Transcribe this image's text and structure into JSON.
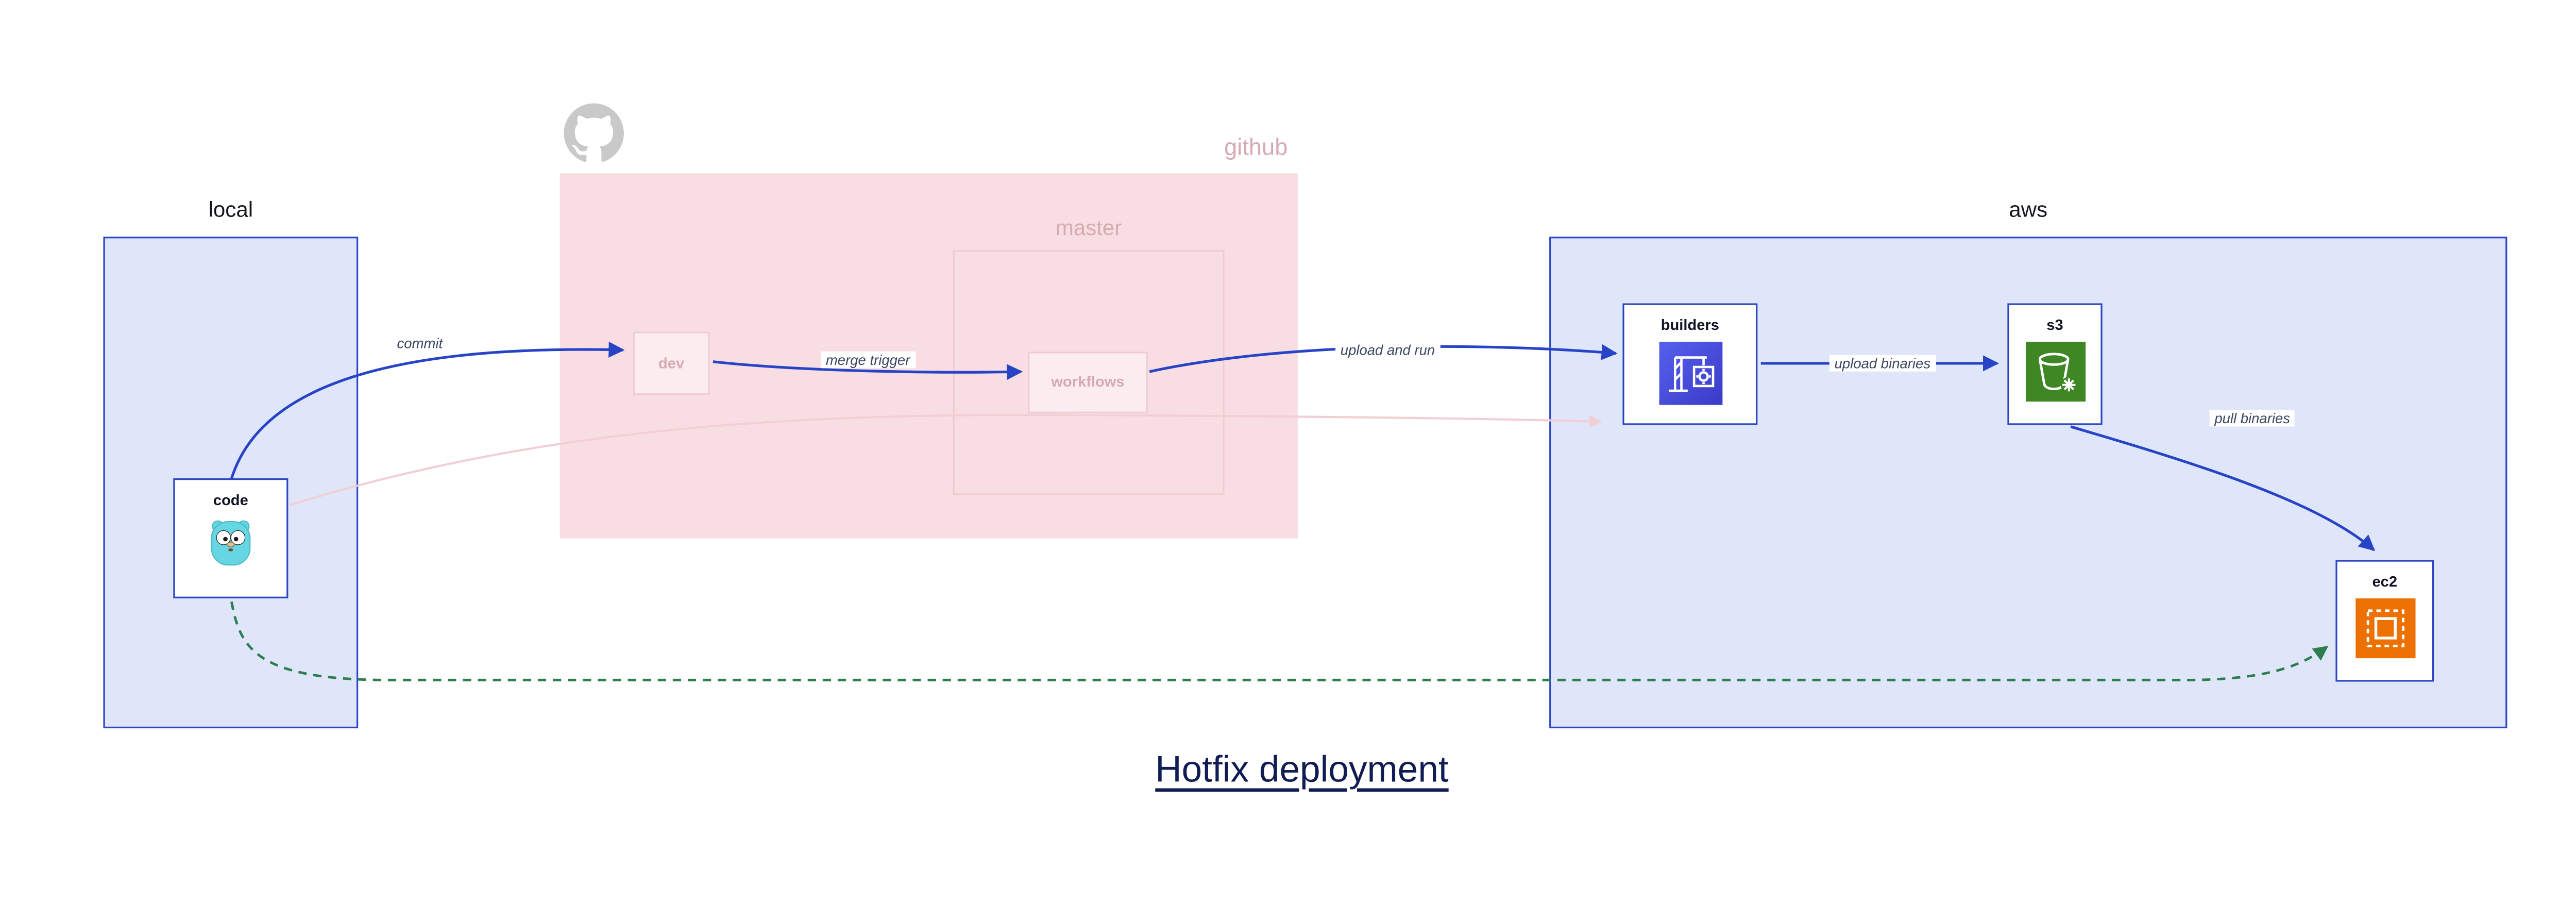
{
  "title": "Hotfix deployment",
  "colors": {
    "blue": "#2743c6",
    "container-fill": "#dfe6fa",
    "container-border": "#2b46c4",
    "pink-fill": "#f8dee2",
    "pink-border": "#efccd3",
    "pink-text": "#d6aab3",
    "faded-edge": "#f2ced5",
    "green": "#2e7d4f",
    "edge-label": "#3c4660",
    "title-color": "#101c52",
    "codebuild-indigo": "#4348d4",
    "s3-green": "#3f8624",
    "ec2-orange": "#ed7100",
    "gopher-teal": "#66d7e2",
    "github-gray": "#c9c9c9"
  },
  "containers": {
    "local": {
      "label": "local"
    },
    "github": {
      "label": "github"
    },
    "master": {
      "label": "master"
    },
    "aws": {
      "label": "aws"
    }
  },
  "nodes": {
    "code": {
      "label": "code",
      "icon": "gopher-icon"
    },
    "dev": {
      "label": "dev"
    },
    "workflows": {
      "label": "workflows"
    },
    "builders": {
      "label": "builders",
      "icon": "codebuild-icon"
    },
    "s3": {
      "label": "s3",
      "icon": "s3-bucket-icon"
    },
    "ec2": {
      "label": "ec2",
      "icon": "ec2-chip-icon"
    }
  },
  "edges": {
    "commit": {
      "label": "commit"
    },
    "merge_trigger": {
      "label": "merge trigger"
    },
    "upload_and_run": {
      "label": "upload and run"
    },
    "upload_binaries": {
      "label": "upload binaries"
    },
    "pull_binaries": {
      "label": "pull binaries"
    }
  }
}
